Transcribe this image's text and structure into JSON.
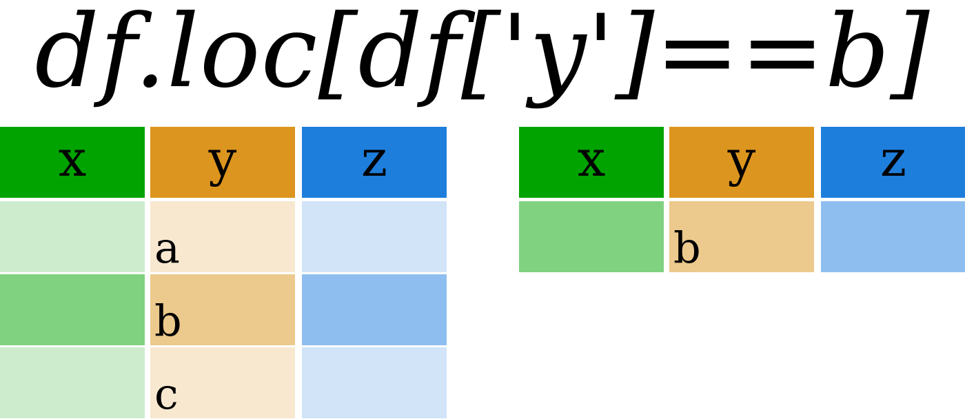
{
  "title": "df.loc[df['y']==b]",
  "colors": {
    "x_header": "#00a300",
    "y_header": "#dc951e",
    "z_header": "#1e7edc",
    "x_light": "#cdecce",
    "y_light": "#f8e8d0",
    "z_light": "#d1e4f8",
    "x_mid": "#80d281",
    "y_mid": "#ecc98c",
    "z_mid": "#8ebeef"
  },
  "left_table": {
    "headers": [
      "x",
      "y",
      "z"
    ],
    "rows": [
      {
        "y": "a",
        "shade": "light"
      },
      {
        "y": "b",
        "shade": "mid"
      },
      {
        "y": "c",
        "shade": "light"
      }
    ]
  },
  "right_table": {
    "headers": [
      "x",
      "y",
      "z"
    ],
    "rows": [
      {
        "y": "b",
        "shade": "mid"
      }
    ]
  }
}
